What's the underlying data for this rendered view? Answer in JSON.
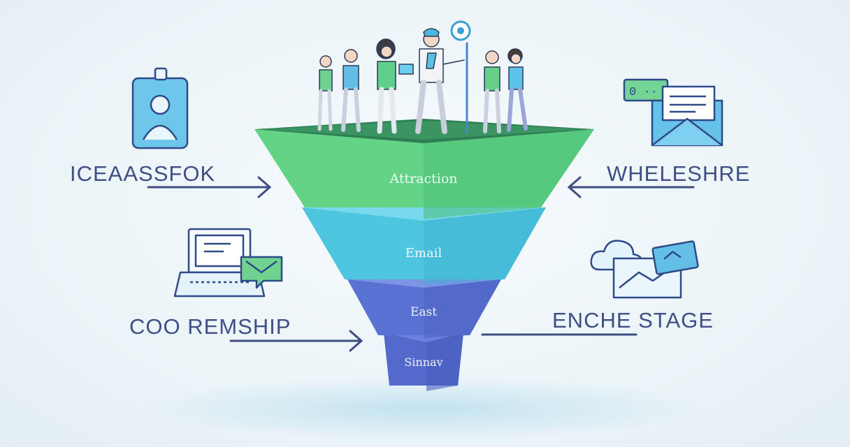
{
  "labels": {
    "top_left": "ICEAASSFOK",
    "top_right": "WHELESHRE",
    "bottom_left": "COO REMSHIP",
    "bottom_right": "ENCHE STAGE"
  },
  "funnel": {
    "stages": [
      {
        "name": "Attraction",
        "color": "#63d486"
      },
      {
        "name": "Email",
        "color": "#4fc6e0"
      },
      {
        "name": "East",
        "color": "#5a72d3"
      },
      {
        "name": "Sinnav",
        "color": "#5369cb"
      }
    ]
  },
  "icons": {
    "top_left": "id-badge-icon",
    "top_right": "envelope-icon",
    "bottom_left": "laptop-chat-icon",
    "bottom_right": "cloud-tablet-icon"
  }
}
